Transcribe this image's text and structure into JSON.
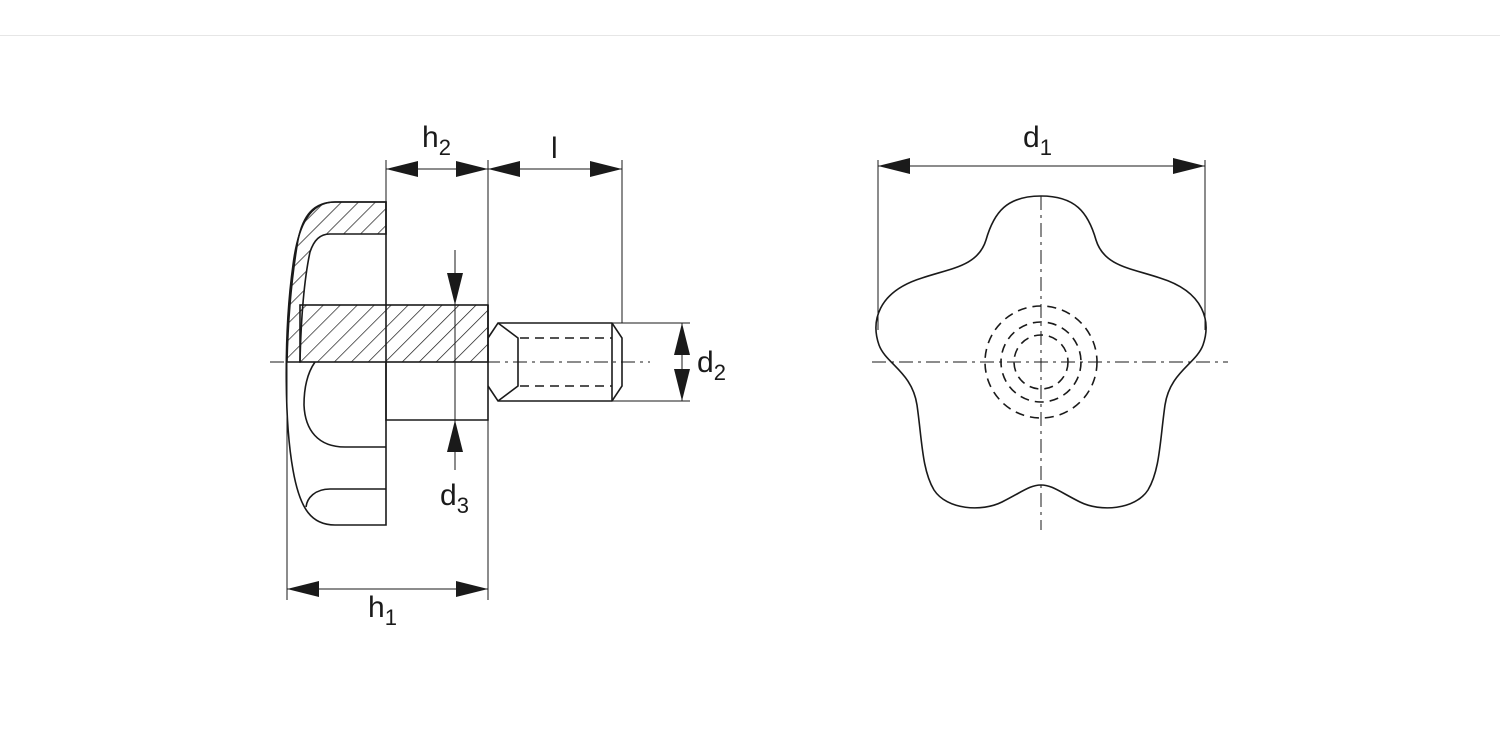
{
  "labels": {
    "h1": {
      "base": "h",
      "sub": "1"
    },
    "h2": {
      "base": "h",
      "sub": "2"
    },
    "l": {
      "base": "l"
    },
    "d1": {
      "base": "d",
      "sub": "1"
    },
    "d2": {
      "base": "d",
      "sub": "2"
    },
    "d3": {
      "base": "d",
      "sub": "3"
    }
  }
}
